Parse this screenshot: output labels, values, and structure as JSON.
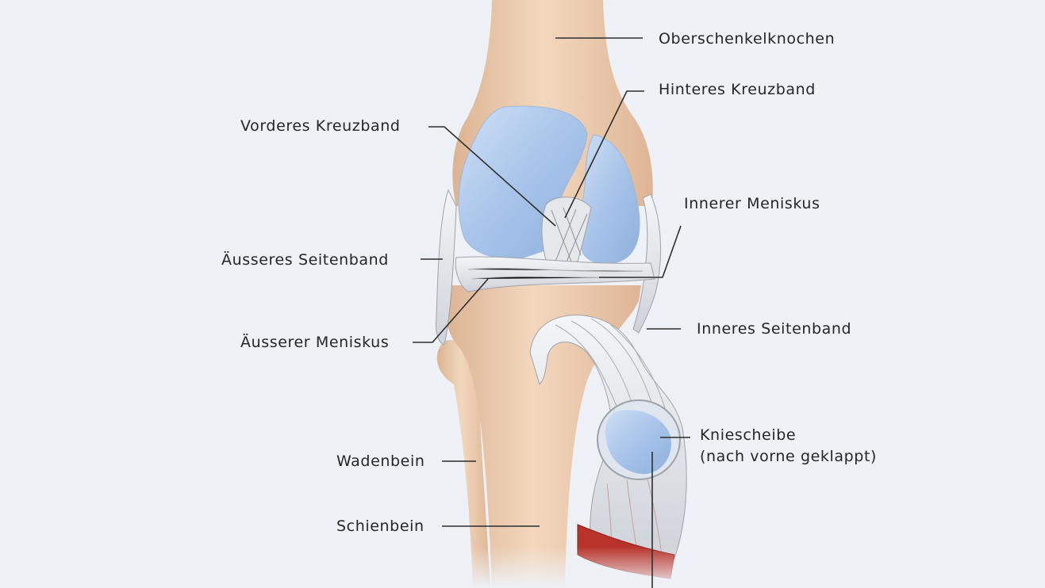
{
  "labels": {
    "femur": "Oberschenkelknochen",
    "posterior_cruciate": "Hinteres Kreuzband",
    "anterior_cruciate": "Vorderes Kreuzband",
    "medial_meniscus": "Innerer Meniskus",
    "lateral_collateral": "Äusseres Seitenband",
    "lateral_meniscus": "Äusserer Meniskus",
    "medial_collateral": "Inneres Seitenband",
    "patella_line1": "Kniescheibe",
    "patella_line2": "(nach vorne geklappt)",
    "fibula": "Wadenbein",
    "tibia": "Schienbein"
  },
  "colors": {
    "background": "#eef1f6",
    "bone": "#ecc9aa",
    "cartilage": "#a9c6ea",
    "ligament": "#e4e6ea",
    "tendon_cut": "#b8332a",
    "leader": "#2e2e2e"
  }
}
